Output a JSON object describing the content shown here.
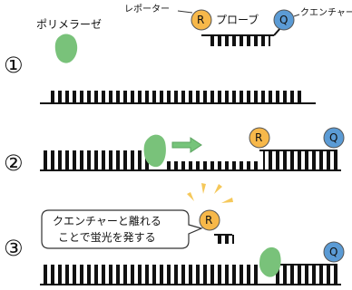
{
  "labels": {
    "polymerase": "ポリメラーゼ",
    "reporter": "レポーター",
    "probe": "プローブ",
    "quencher": "クエンチャー"
  },
  "markers": {
    "R": "R",
    "Q": "Q"
  },
  "steps": {
    "s1": "①",
    "s2": "②",
    "s3": "③"
  },
  "callout": {
    "line1": "クエンチャーと離れる",
    "line2": "ことで蛍光を発する"
  },
  "colors": {
    "reporter_fill": "#f7b84a",
    "quencher_fill": "#5b9bd5",
    "polymerase": "#79c27a",
    "arrow": "#76c47a",
    "burst": "#f5c85a",
    "marker_stroke": "#555555",
    "strand": "#111111"
  }
}
